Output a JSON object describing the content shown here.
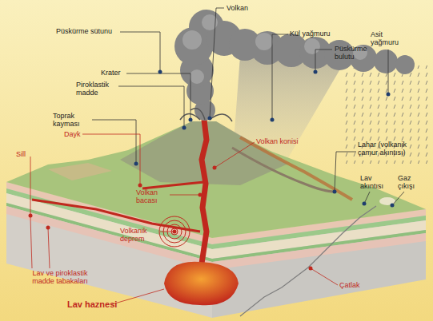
{
  "diagram": {
    "labels": [
      "Püskürme sütunu",
      "Volkan",
      "Kül yağmuru",
      "Asit yağmuru",
      "Püskürme bulutu",
      "Krater",
      "Piroklastik madde",
      "Toprak kayması",
      "Dayk",
      "Volkan konisi",
      "Sill",
      "Lahar (volkanik çamur akıntısı)",
      "Lav akıntısı",
      "Gaz çıkışı",
      "Volkan bacası",
      "Volkanik deprem",
      "Lav ve piroklastik madde tabakaları",
      "Çatlak",
      "Lav haznesi"
    ]
  }
}
